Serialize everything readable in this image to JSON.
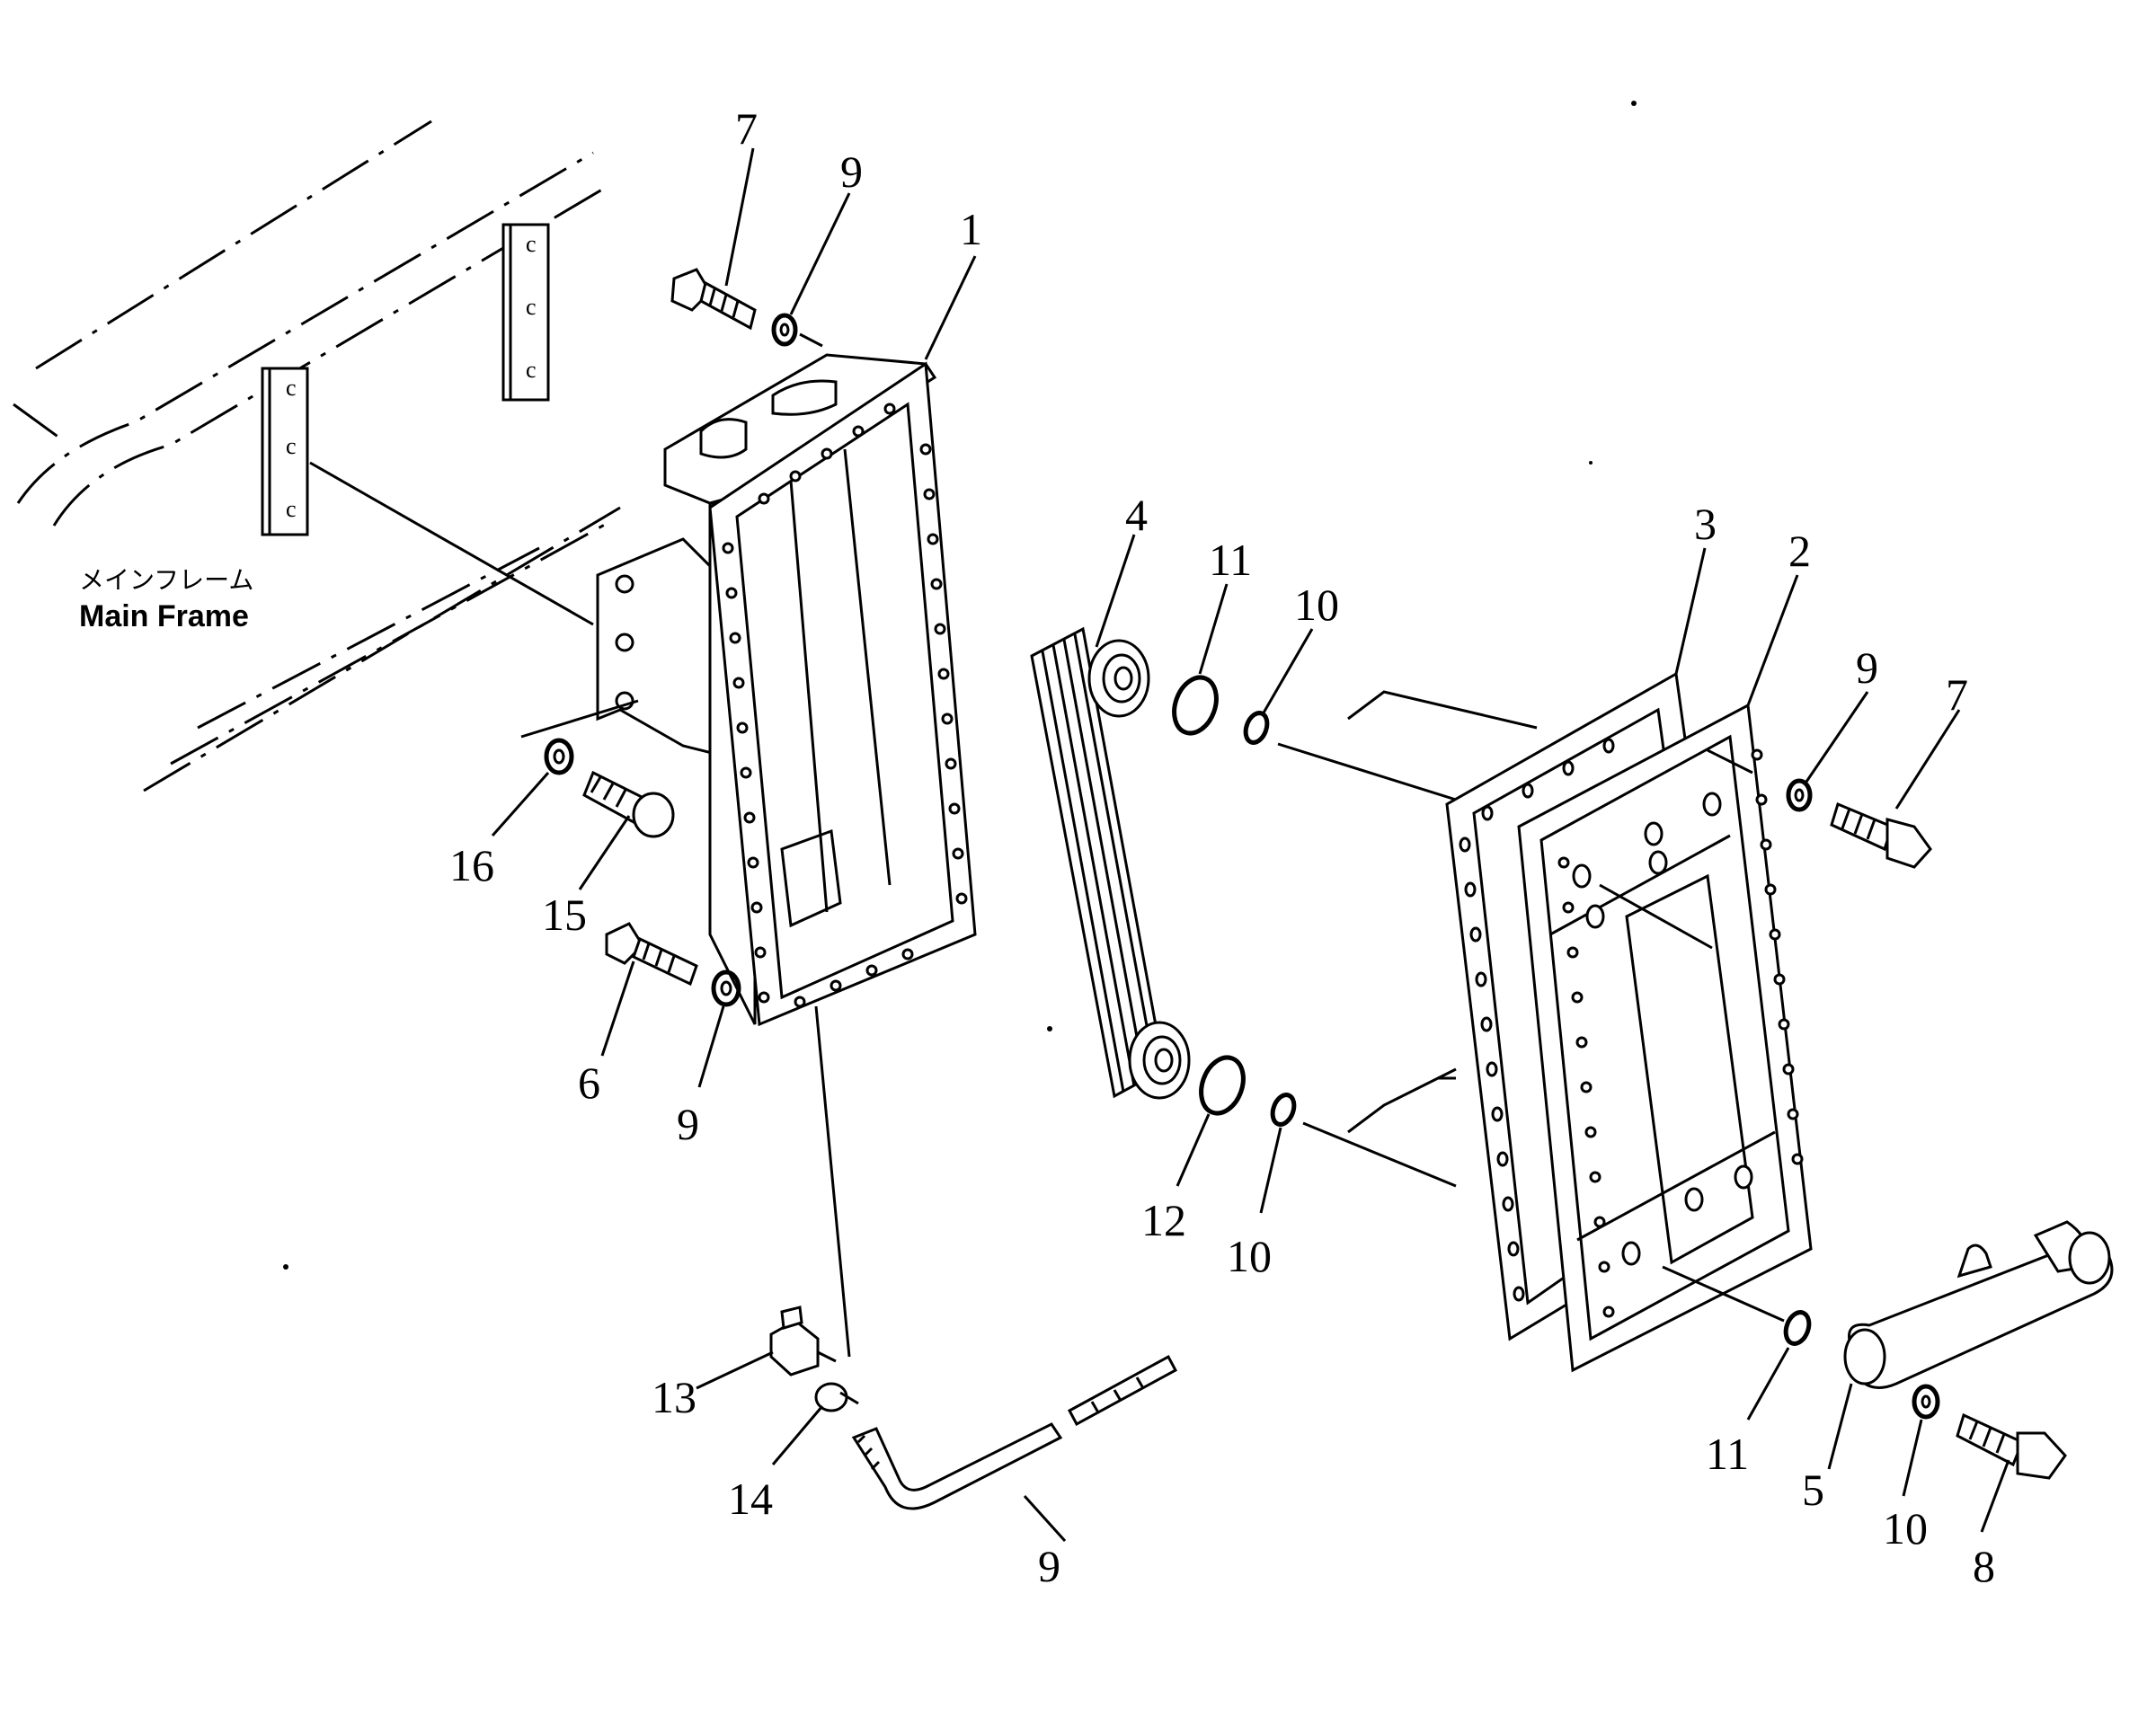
{
  "diagram": {
    "main_frame_label_jp": "メインフレーム",
    "main_frame_label_en": "Main Frame",
    "callouts": [
      {
        "id": "c1",
        "text": "1"
      },
      {
        "id": "c2",
        "text": "2"
      },
      {
        "id": "c3",
        "text": "3"
      },
      {
        "id": "c4",
        "text": "4"
      },
      {
        "id": "c5",
        "text": "5"
      },
      {
        "id": "c6",
        "text": "6"
      },
      {
        "id": "c7a",
        "text": "7"
      },
      {
        "id": "c7b",
        "text": "7"
      },
      {
        "id": "c8",
        "text": "8"
      },
      {
        "id": "c9a",
        "text": "9"
      },
      {
        "id": "c9b",
        "text": "9"
      },
      {
        "id": "c9c",
        "text": "9"
      },
      {
        "id": "c9d",
        "text": "9"
      },
      {
        "id": "c10a",
        "text": "10"
      },
      {
        "id": "c10b",
        "text": "10"
      },
      {
        "id": "c10c",
        "text": "10"
      },
      {
        "id": "c11a",
        "text": "11"
      },
      {
        "id": "c11b",
        "text": "11"
      },
      {
        "id": "c12",
        "text": "12"
      },
      {
        "id": "c13",
        "text": "13"
      },
      {
        "id": "c14",
        "text": "14"
      },
      {
        "id": "c15",
        "text": "15"
      },
      {
        "id": "c16",
        "text": "16"
      }
    ],
    "bracket_marks": [
      "c",
      "c",
      "c",
      "c",
      "c",
      "c"
    ]
  }
}
